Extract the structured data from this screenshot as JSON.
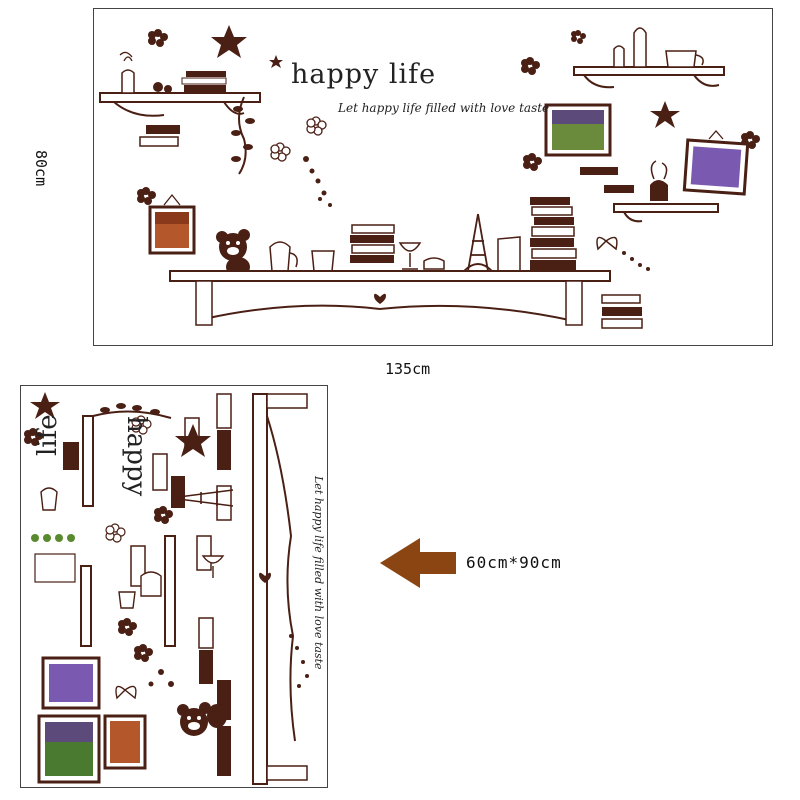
{
  "preview_large": {
    "title": "happy life",
    "tagline": "Let happy life filled with love taste",
    "height_label": "80cm",
    "width_label": "135cm"
  },
  "preview_sheet": {
    "title_word_1": "happy",
    "title_word_2": "life",
    "tagline": "Let happy life filled with love taste",
    "size_label": "60cm*90cm"
  },
  "colors": {
    "decal_brown": "#4a1f14",
    "arrow": "#8b4513",
    "frame_line": "#444444",
    "photo_green": "#5a8a2e",
    "photo_purple": "#7a5ab0",
    "photo_orange": "#c0602a"
  },
  "icons": [
    "star-icon",
    "flower-icon",
    "teddy-bear-icon",
    "eiffel-tower-icon",
    "butterfly-icon",
    "teapot-icon",
    "wine-glass-icon",
    "vase-icon",
    "heart-icon",
    "arrow-left-icon"
  ]
}
